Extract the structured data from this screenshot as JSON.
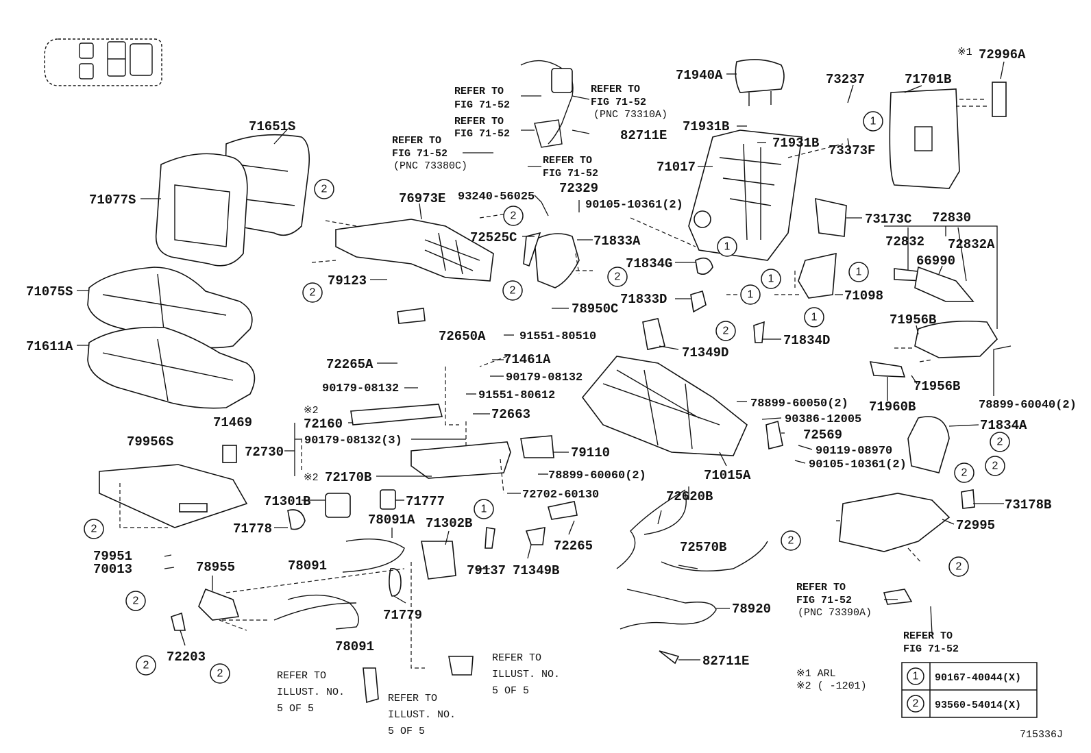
{
  "diagram_code": "715336J",
  "parts": {
    "p71651S": "71651S",
    "p71077S": "71077S",
    "p71075S": "71075S",
    "p71611A": "71611A",
    "p76973E": "76973E",
    "p93240": "93240-56025",
    "p72329": "72329",
    "p90105a": "90105-10361(2)",
    "p72525C": "72525C",
    "p71833A": "71833A",
    "p79123": "79123",
    "p78950C": "78950C",
    "p72650A": "72650A",
    "p91551a": "91551-80510",
    "p72265A": "72265A",
    "p71461A": "71461A",
    "p90179a": "90179-08132",
    "p90179b": "90179-08132",
    "p91551b": "91551-80612",
    "p72160": "72160",
    "p72663": "72663",
    "p71469": "71469",
    "p72730": "72730",
    "p90179c": "90179-08132(3)",
    "p72170B": "72170B",
    "p79110": "79110",
    "p78899a": "78899-60060(2)",
    "p72702": "72702-60130",
    "p79956S": "79956S",
    "p71301B": "71301B",
    "p71777": "71777",
    "p71778": "71778",
    "p78091A": "78091A",
    "p71302B": "71302B",
    "p79951": "79951",
    "p70013": "70013",
    "p78955": "78955",
    "p78091a": "78091",
    "p78091b": "78091",
    "p72203": "72203",
    "p71779": "71779",
    "p79137": "79137",
    "p71349B": "71349B",
    "p72265": "72265",
    "p72620B": "72620B",
    "p72570B": "72570B",
    "p78920": "78920",
    "p82711Ea": "82711E",
    "p82711Eb": "82711E",
    "p71940A": "71940A",
    "p71931Ba": "71931B",
    "p71931Bb": "71931B",
    "p71017": "71017",
    "p73237": "73237",
    "p73373F": "73373F",
    "p71701B": "71701B",
    "p72996A": "72996A",
    "p73173C": "73173C",
    "p72830": "72830",
    "p72832": "72832",
    "p72832A": "72832A",
    "p66990": "66990",
    "p71834G": "71834G",
    "p71833D": "71833D",
    "p71098": "71098",
    "p71349D": "71349D",
    "p71834D": "71834D",
    "p71956Ba": "71956B",
    "p71956Bb": "71956B",
    "p71960B": "71960B",
    "p78899b": "78899-60040(2)",
    "p78899c": "78899-60050(2)",
    "p90386": "90386-12005",
    "p72569": "72569",
    "p90119": "90119-08970",
    "p90105b": "90105-10361(2)",
    "p71015A": "71015A",
    "p71834A": "71834A",
    "p73178B": "73178B",
    "p72995": "72995"
  },
  "marks": {
    "ast1": "※1",
    "ast2": "※2",
    "ast2b": "※2"
  },
  "refs": {
    "r1a": "REFER TO",
    "r1b": "FIG 71-52",
    "r2a": "REFER TO",
    "r2b": "FIG 71-52",
    "r3a": "REFER TO",
    "r3b": "FIG 71-52",
    "r3c": "(PNC 73310A)",
    "r4a": "REFER TO",
    "r4b": "FIG 71-52",
    "r4c": "(PNC 73380C)",
    "r5a": "REFER TO",
    "r5b": "FIG 71-52",
    "r6a": "REFER TO",
    "r6b": "FIG 71-52",
    "r6c": "(PNC 73390A)",
    "r7a": "REFER TO",
    "r7b": "FIG 71-52",
    "r8a": "REFER TO",
    "r8b": "ILLUST. NO.",
    "r8c": "5 OF 5",
    "r9a": "REFER TO",
    "r9b": "ILLUST. NO.",
    "r9c": "5 OF 5",
    "r10a": "REFER TO",
    "r10b": "ILLUST. NO.",
    "r10c": "5 OF 5"
  },
  "notes": {
    "n1": "※1 ARL",
    "n2": "※2 (      -1201)"
  },
  "callouts": {
    "one": "1",
    "two": "2"
  },
  "legend": [
    {
      "num": "1",
      "part": "90167-40044(X)"
    },
    {
      "num": "2",
      "part": "93560-54014(X)"
    }
  ]
}
